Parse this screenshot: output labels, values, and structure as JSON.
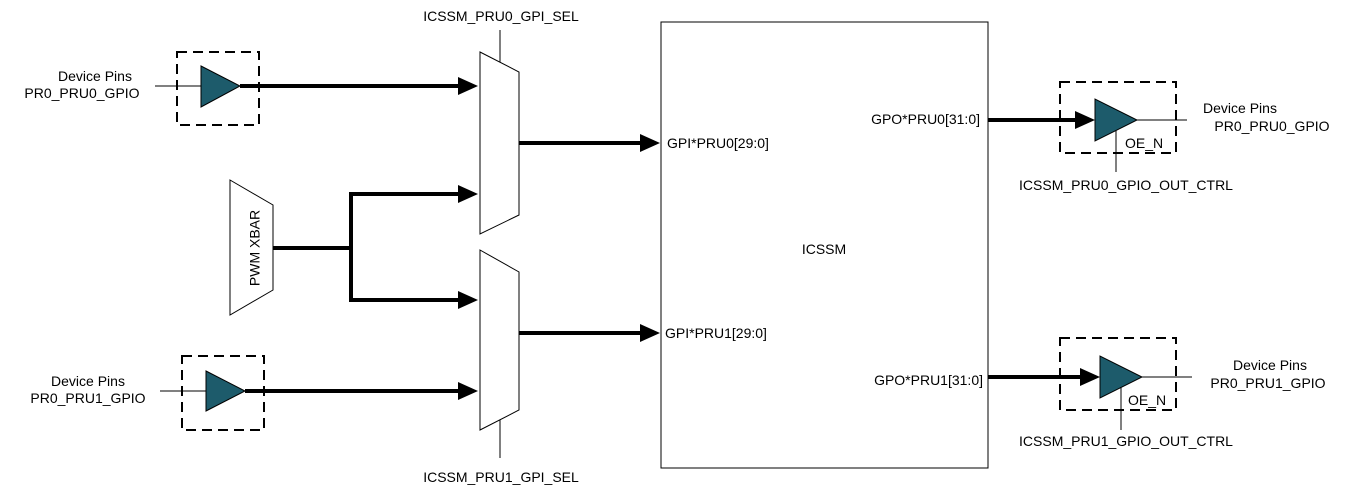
{
  "labels": {
    "left_top_pins": "Device Pins",
    "left_top_signal": "PR0_PRU0_GPIO",
    "left_bot_pins": "Device Pins",
    "left_bot_signal": "PR0_PRU1_GPIO",
    "mux0_sel": "ICSSM_PRU0_GPI_SEL",
    "mux1_sel": "ICSSM_PRU1_GPI_SEL",
    "pwm_xbar": "PWM XBAR",
    "core": "ICSSM",
    "gpi0": "GPI*PRU0[29:0]",
    "gpi1": "GPI*PRU1[29:0]",
    "gpo0": "GPO*PRU0[31:0]",
    "gpo1": "GPO*PRU1[31:0]",
    "oe_top": "OE_N",
    "oe_bot": "OE_N",
    "right_top_pins": "Device Pins",
    "right_top_signal": "PR0_PRU0_GPIO",
    "right_bot_pins": "Device Pins",
    "right_bot_signal": "PR0_PRU1_GPIO",
    "out_ctrl0": "ICSSM_PRU0_GPIO_OUT_CTRL",
    "out_ctrl1": "ICSSM_PRU1_GPIO_OUT_CTRL"
  },
  "colors": {
    "buffer_fill": "#1d5b6b",
    "line": "#000000"
  }
}
